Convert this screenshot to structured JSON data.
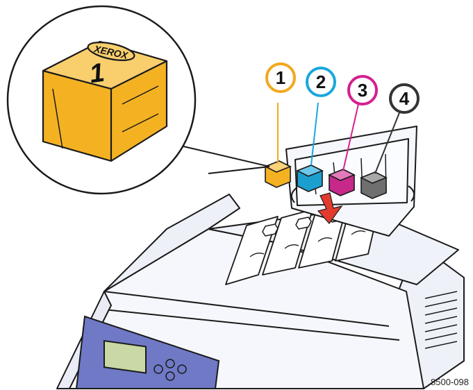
{
  "callouts": [
    {
      "number": "1",
      "color": "#f2a81d"
    },
    {
      "number": "2",
      "color": "#1aa7dc"
    },
    {
      "number": "3",
      "color": "#d4208f"
    },
    {
      "number": "4",
      "color": "#333333"
    }
  ],
  "stick_colors": {
    "yellow": "#f4b223",
    "cyan": "#1b9fcf",
    "magenta": "#c7288a",
    "black": "#6f6f6f"
  },
  "zoom_stick": {
    "brand": "XEROX",
    "number": "1"
  },
  "insertion_arrow_color": "#e23b2e",
  "panel_color": "#6f79c6",
  "figure_code": "8500-098"
}
